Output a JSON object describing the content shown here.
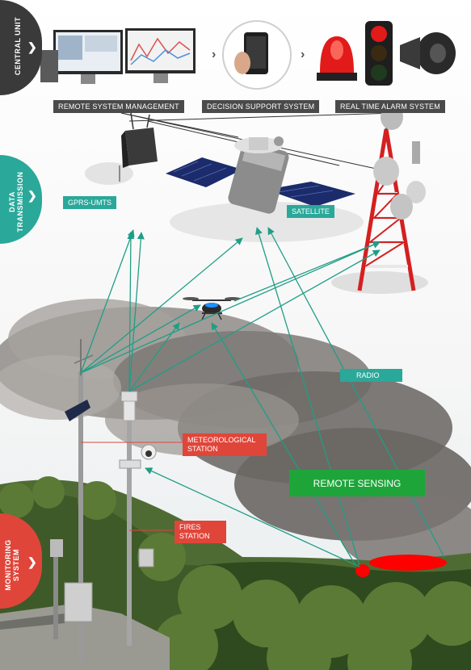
{
  "sections": {
    "central_unit": "CENTRAL UNIT",
    "data_transmission": "DATA TRANSMISSION",
    "monitoring_system": "MONITORING SYSTEM"
  },
  "systems": {
    "remote": "REMOTE SYSTEM MANAGEMENT",
    "decision": "DECISION SUPPORT SYSTEM",
    "alarm": "REAL TIME ALARM SYSTEM"
  },
  "labels": {
    "gprs": "GPRS-UMTS",
    "satellite": "SATELLITE",
    "radio": "RADIO",
    "meteo": "METEOROLOGICAL STATION",
    "fires": "FIRES STATION",
    "remote_sensing": "REMOTE SENSING"
  },
  "colors": {
    "tab": "#3a3a3a",
    "teal": "#2aa89a",
    "arrow": "#1f9e86",
    "red_label": "#e0453a",
    "green_label": "#1ea53a",
    "fire": "#ff0000"
  }
}
